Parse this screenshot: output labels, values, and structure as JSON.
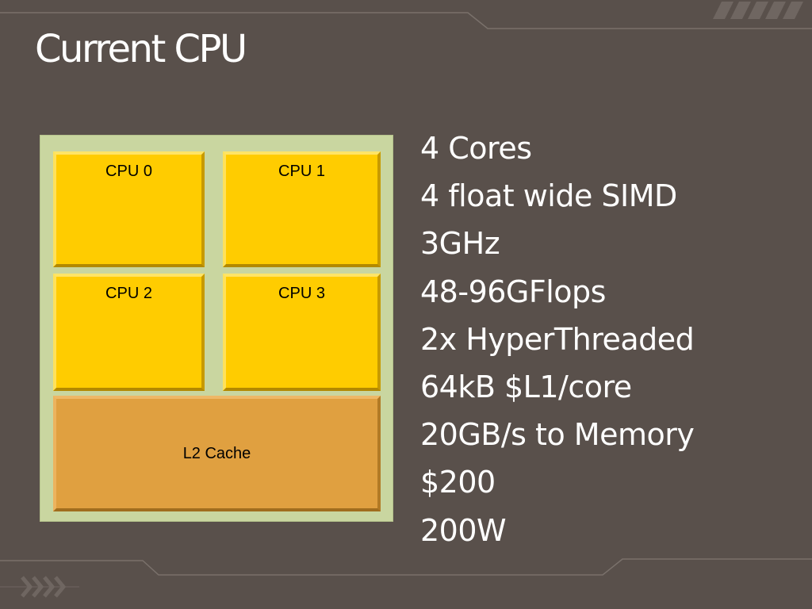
{
  "slide": {
    "title": "Current CPU"
  },
  "diagram": {
    "cores": [
      {
        "label": "CPU 0"
      },
      {
        "label": "CPU 1"
      },
      {
        "label": "CPU 2"
      },
      {
        "label": "CPU 3"
      }
    ],
    "cache": {
      "label": "L2 Cache"
    }
  },
  "specs": [
    "4 Cores",
    "4 float wide SIMD",
    "3GHz",
    "48-96GFlops",
    "2x HyperThreaded",
    "64kB $L1/core",
    "20GB/s to Memory",
    "$200",
    "200W"
  ],
  "colors": {
    "background": "#59504b",
    "chip": "#c9d6a0",
    "core": "#ffcc00",
    "cache": "#e0a040",
    "text": "#ffffff"
  }
}
